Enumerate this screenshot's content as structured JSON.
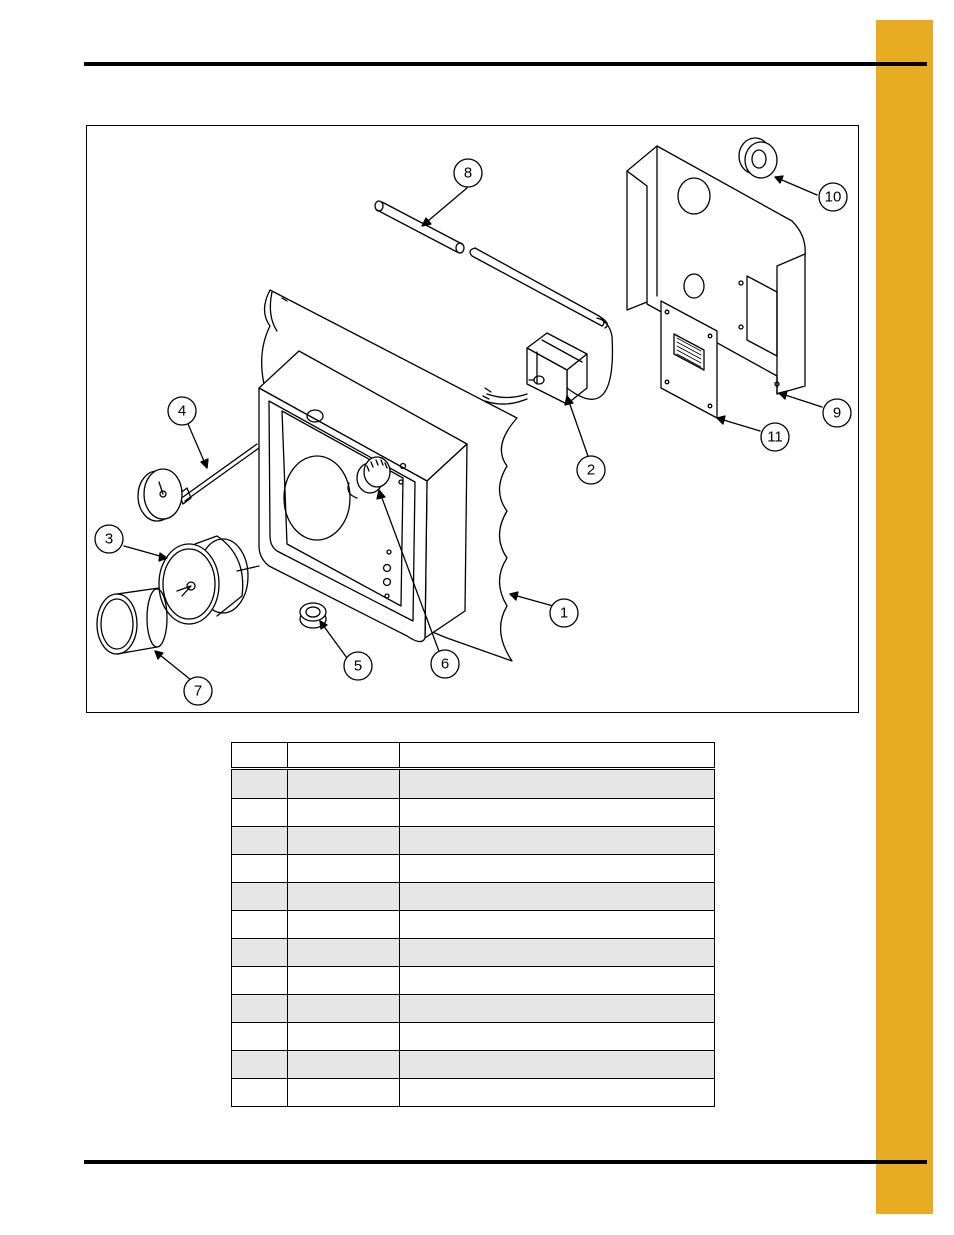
{
  "colors": {
    "accent_tab": "#e8ac22",
    "row_shade": "#e6e6e6",
    "line": "#000000"
  },
  "figure": {
    "callouts": [
      {
        "id": "1",
        "label": "1"
      },
      {
        "id": "2",
        "label": "2"
      },
      {
        "id": "3",
        "label": "3"
      },
      {
        "id": "4",
        "label": "4"
      },
      {
        "id": "5",
        "label": "5"
      },
      {
        "id": "6",
        "label": "6"
      },
      {
        "id": "7",
        "label": "7"
      },
      {
        "id": "8",
        "label": "8"
      },
      {
        "id": "9",
        "label": "9"
      },
      {
        "id": "10",
        "label": "10"
      },
      {
        "id": "11",
        "label": "11"
      }
    ]
  },
  "table": {
    "headers": [
      "",
      "",
      ""
    ],
    "rows": [
      [
        "",
        "",
        ""
      ],
      [
        "",
        "",
        ""
      ],
      [
        "",
        "",
        ""
      ],
      [
        "",
        "",
        ""
      ],
      [
        "",
        "",
        ""
      ],
      [
        "",
        "",
        ""
      ],
      [
        "",
        "",
        ""
      ],
      [
        "",
        "",
        ""
      ],
      [
        "",
        "",
        ""
      ],
      [
        "",
        "",
        ""
      ],
      [
        "",
        "",
        ""
      ],
      [
        "",
        "",
        ""
      ]
    ]
  }
}
